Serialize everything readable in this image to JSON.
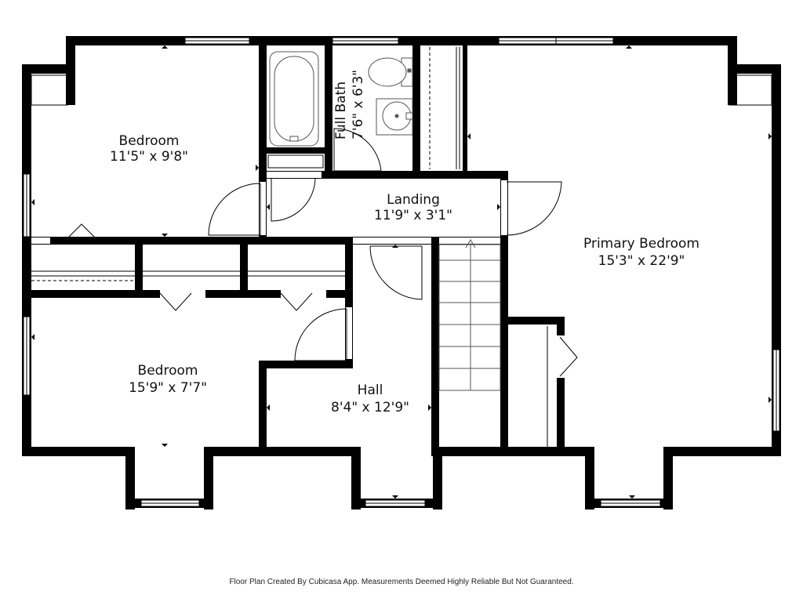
{
  "rooms": {
    "bedroom_nw": {
      "name": "Bedroom",
      "dims": "11'5\" x 9'8\""
    },
    "full_bath": {
      "name": "Full Bath",
      "dims": "7'6\" x 6'3\""
    },
    "landing": {
      "name": "Landing",
      "dims": "11'9\" x 3'1\""
    },
    "primary_bedroom": {
      "name": "Primary Bedroom",
      "dims": "15'3\" x 22'9\""
    },
    "bedroom_sw": {
      "name": "Bedroom",
      "dims": "15'9\" x 7'7\""
    },
    "hall": {
      "name": "Hall",
      "dims": "8'4\" x 12'9\""
    }
  },
  "footer": {
    "credit": "Floor Plan Created By Cubicasa App. Measurements Deemed Highly Reliable But Not Guaranteed."
  },
  "colors": {
    "wall": "#000000",
    "fixture": "#555555",
    "background": "#ffffff"
  }
}
